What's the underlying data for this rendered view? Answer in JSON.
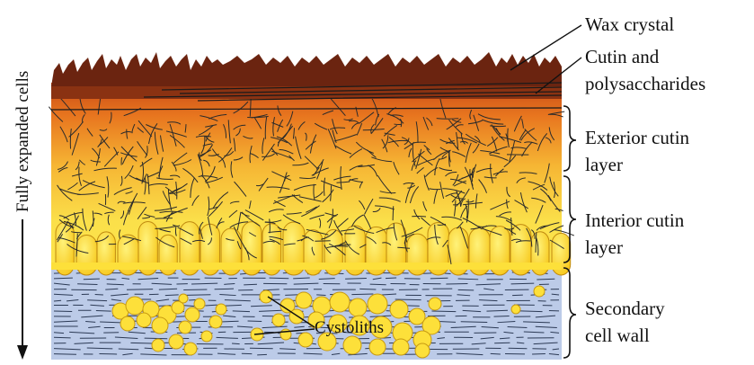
{
  "side_label": "Fully expanded cells",
  "labels": {
    "wax_crystal": "Wax crystal",
    "cutin_line1": "Cutin and",
    "cutin_line2": "polysaccharides",
    "exterior_line1": "Exterior cutin",
    "exterior_line2": "layer",
    "interior_line1": "Interior cutin",
    "interior_line2": "layer",
    "secondary_line1": "Secondary",
    "secondary_line2": "cell wall",
    "cystoliths": "Cystoliths"
  },
  "colors": {
    "wax": "#6b2410",
    "cutin_top": "#d2561c",
    "cutin_mid": "#f4a02e",
    "cutin_low": "#fbe24a",
    "cells": "#fde03a",
    "cell_outline": "#b8860b",
    "secondary_wall": "#b9c8e6",
    "fibers": "#2a2a2a"
  }
}
